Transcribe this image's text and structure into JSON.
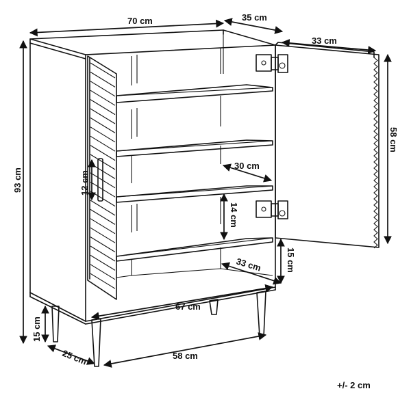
{
  "dimensions": {
    "width": "70 cm",
    "depth": "35 cm",
    "door_width": "33 cm",
    "height": "93 cm",
    "door_height": "58 cm",
    "handle_length": "12 cm",
    "shelf_depth": "30 cm",
    "shelf_gap": "14 cm",
    "bottom_shelf_height": "15 cm",
    "bottom_depth": "33 cm",
    "inner_width": "67 cm",
    "leg_height": "15 cm",
    "leg_depth": "25 cm",
    "leg_span": "58 cm"
  },
  "tolerance": "+/- 2 cm"
}
